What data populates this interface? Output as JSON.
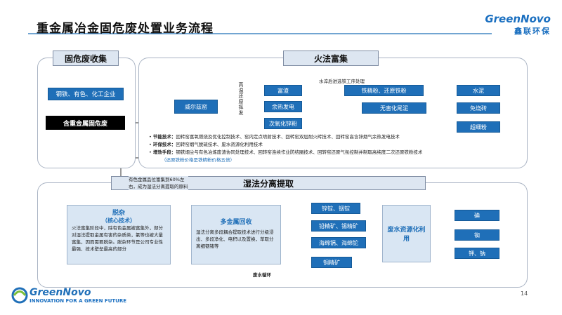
{
  "page": {
    "title": "重金属冶金固危废处置业务流程",
    "brand_en": "GreenNovo",
    "brand_cn": "鑫联环保",
    "page_number": "14",
    "footer_brand": "GreenNovo",
    "footer_slogan": "INNOVATION FOR A GREEN FUTURE"
  },
  "top_left": {
    "header": "固危废收集",
    "sources": "钢铁、有色、化工企业",
    "waste": "含重金属固危废"
  },
  "fire": {
    "header": "火法富集",
    "kiln": "威尔兹窑",
    "vertical_label": "高温还原挥发",
    "outputs": [
      "富渣",
      "余热发电",
      "次氧化锌粉"
    ],
    "water_quench_label": "水淬后进选铁工序处理",
    "iron_products": [
      "铁精粉、还原铁粉",
      "无害化尾泥"
    ],
    "building": [
      "水泥",
      "免烧砖",
      "超细粉"
    ],
    "tech": [
      {
        "key": "节能技术：",
        "text": "回转窑富氧燃烧及优化控制技术、窑内定点喷射技术、回转窑双层耐火砖技术、回转窑高含锌烟气余热发电技术"
      },
      {
        "key": "环保技术：",
        "text": "回转窑烟气脱硫技术、废水资源化利用技术"
      },
      {
        "key": "增效手段：",
        "text": "钢铁烟尘与有色冶炼废渣协同处理技术、回转窑连续作业防结圈技术、回转窑还原气氛控制并制取高纯度二次还原铁粉技术"
      }
    ],
    "note": "（还原铁粉价格是铁精粉价格五倍）"
  },
  "wet": {
    "header": "湿法分离提取",
    "enrich_note_1": "有色金属品位富集到60%左",
    "enrich_note_2": "右，成为湿法分离提取的原料",
    "sheji_title": "脱杂",
    "sheji_sub": "（核心技术）",
    "sheji_body": "火法富集阶段中，除有色金属被富集外，部分对湿法提取金属有害的杂质类，氯等也被大量富集，因而需要脱杂。脱杂环节是公司专业性最强、技术壁垒最高的部分",
    "recover_title": "多金属回收",
    "recover_body": "湿法分离多段耦合提取技术进行分级浸出、多段净化、电积以及置换，萃取分离细铟锗等",
    "products": [
      "锌锭、铟锭",
      "铅精矿、锡精矿",
      "海绵镉、海绵铊",
      "铜精矿"
    ],
    "water_title": "废水资源化利用",
    "water_products": [
      "碘",
      "铷",
      "钾、钠"
    ],
    "recycle_label": "废水循环"
  },
  "colors": {
    "accent": "#1f6fb8",
    "header_bg": "#dde6f1"
  }
}
